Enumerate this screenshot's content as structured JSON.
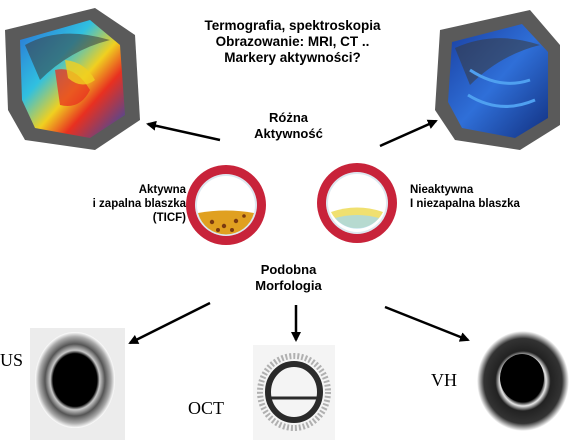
{
  "header": {
    "line1": "Termografia, spektroskopia",
    "line2": "Obrazowanie: MRI, CT ..",
    "line3": "Markery aktywności?"
  },
  "center_top": {
    "line1": "Różna",
    "line2": "Aktywność"
  },
  "center_bottom": {
    "line1": "Podobna",
    "line2": "Morfologia"
  },
  "left_plaque": {
    "line1": "Aktywna",
    "line2": "i zapalna blaszka",
    "line3": "(TICF)"
  },
  "right_plaque": {
    "line1": "Nieaktywna",
    "line2": "I niezapalna blaszka"
  },
  "modalities": {
    "ivus": "US",
    "oct": "OCT",
    "vh": "VH"
  },
  "colors": {
    "vessel_wall": "#c8233a",
    "arrow": "#000000",
    "active_core": "#e0a020",
    "inactive_core": "#f0e070"
  }
}
